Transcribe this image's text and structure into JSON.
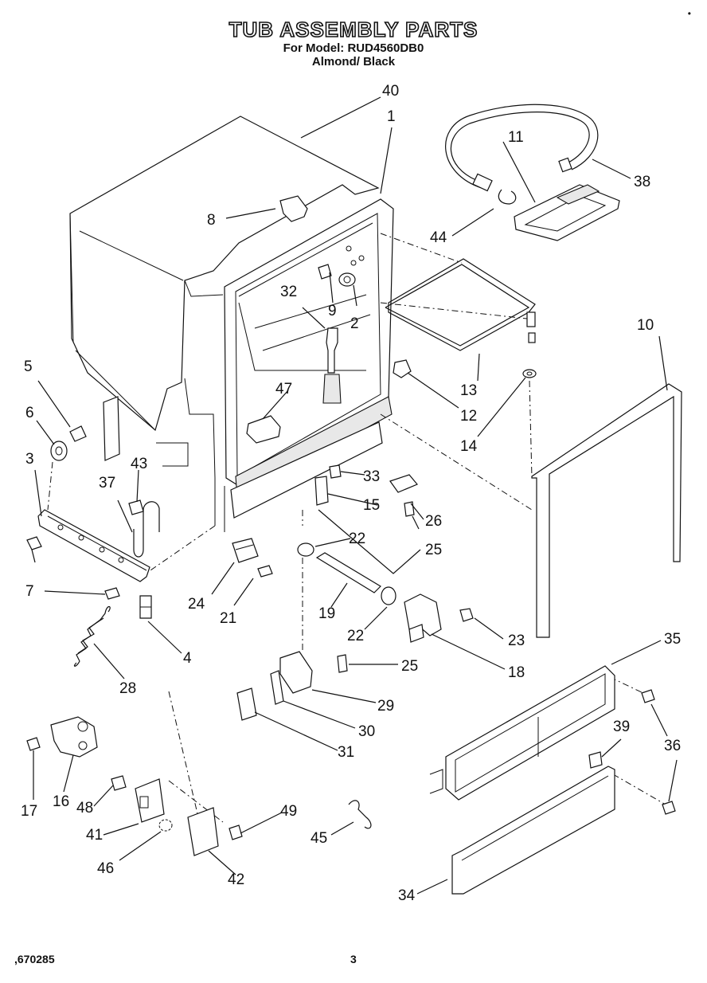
{
  "header": {
    "title": "TUB ASSEMBLY PARTS",
    "model_line": "For Model: RUD4560DB0",
    "color_line": "Almond/ Black"
  },
  "corner_mark": "•",
  "footer": {
    "code": ",670285",
    "page": "3"
  },
  "callouts": {
    "n1": "1",
    "n2": "2",
    "n3": "3",
    "n4": "4",
    "n5": "5",
    "n6": "6",
    "n7": "7",
    "n8": "8",
    "n9": "9",
    "n10": "10",
    "n11": "11",
    "n12": "12",
    "n13": "13",
    "n14": "14",
    "n15": "15",
    "n16": "16",
    "n17": "17",
    "n18": "18",
    "n19": "19",
    "n21": "21",
    "n22a": "22",
    "n22b": "22",
    "n23": "23",
    "n24": "24",
    "n25a": "25",
    "n25b": "25",
    "n26": "26",
    "n28": "28",
    "n29": "29",
    "n30": "30",
    "n31": "31",
    "n32": "32",
    "n33": "33",
    "n34": "34",
    "n35": "35",
    "n36": "36",
    "n37": "37",
    "n38": "38",
    "n39": "39",
    "n40": "40",
    "n41": "41",
    "n42": "42",
    "n43": "43",
    "n44": "44",
    "n45": "45",
    "n46": "46",
    "n47": "47",
    "n48": "48",
    "n49": "49"
  }
}
